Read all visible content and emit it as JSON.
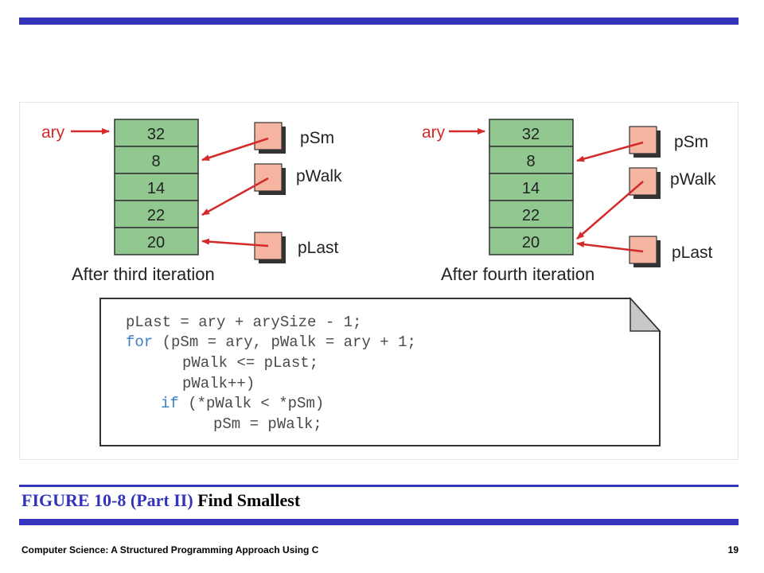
{
  "figure": {
    "left": {
      "ary_label": "ary",
      "cells": [
        "32",
        "8",
        "14",
        "22",
        "20"
      ],
      "pointers": [
        "pSm",
        "pWalk",
        "pLast"
      ],
      "caption": "After third iteration"
    },
    "right": {
      "ary_label": "ary",
      "cells": [
        "32",
        "8",
        "14",
        "22",
        "20"
      ],
      "pointers": [
        "pSm",
        "pWalk",
        "pLast"
      ],
      "caption": "After fourth iteration"
    },
    "code": {
      "lines": [
        {
          "kw": "",
          "text": "pLast = ary + arySize - 1;"
        },
        {
          "kw": "for",
          "text": " (pSm = ary, pWalk = ary + 1;"
        },
        {
          "kw": "",
          "text": "pWalk <= pLast;"
        },
        {
          "kw": "",
          "text": "pWalk++)"
        },
        {
          "kw": "if",
          "text": " (*pWalk < *pSm)"
        },
        {
          "kw": "",
          "text": "pSm = pWalk;"
        }
      ]
    }
  },
  "caption": {
    "number": "FIGURE 10-8 (Part II)",
    "title": "Find Smallest"
  },
  "footer": {
    "left": "Computer Science: A Structured Programming Approach Using C",
    "page": "19"
  }
}
